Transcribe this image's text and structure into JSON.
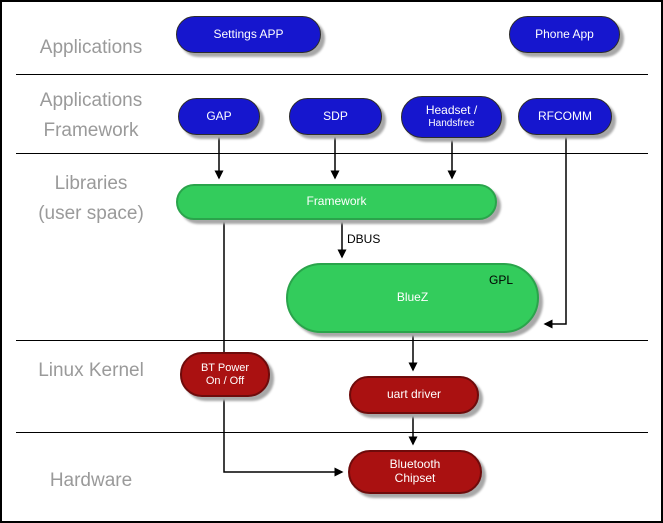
{
  "layers": {
    "applications": "Applications",
    "framework_line1": "Applications",
    "framework_line2": "Framework",
    "libraries_line1": "Libraries",
    "libraries_line2": "(user space)",
    "kernel": "Linux Kernel",
    "hardware": "Hardware"
  },
  "nodes": {
    "settings_app": "Settings APP",
    "phone_app": "Phone App",
    "gap": "GAP",
    "sdp": "SDP",
    "headset_line1": "Headset /",
    "headset_line2": "Handsfree",
    "rfcomm": "RFCOMM",
    "framework": "Framework",
    "bluez": "BlueZ",
    "gpl": "GPL",
    "bt_power_line1": "BT Power",
    "bt_power_line2": "On / Off",
    "uart_driver": "uart driver",
    "chipset_line1": "Bluetooth",
    "chipset_line2": "Chipset"
  },
  "edges": {
    "dbus": "DBUS"
  },
  "colors": {
    "app_node_blue": "#1616CE",
    "library_node_green": "#33CC5C",
    "kernel_node_red": "#AA1111",
    "layer_label_gray": "#9A9A9A",
    "shadow_gray": "#A8A8A8"
  }
}
